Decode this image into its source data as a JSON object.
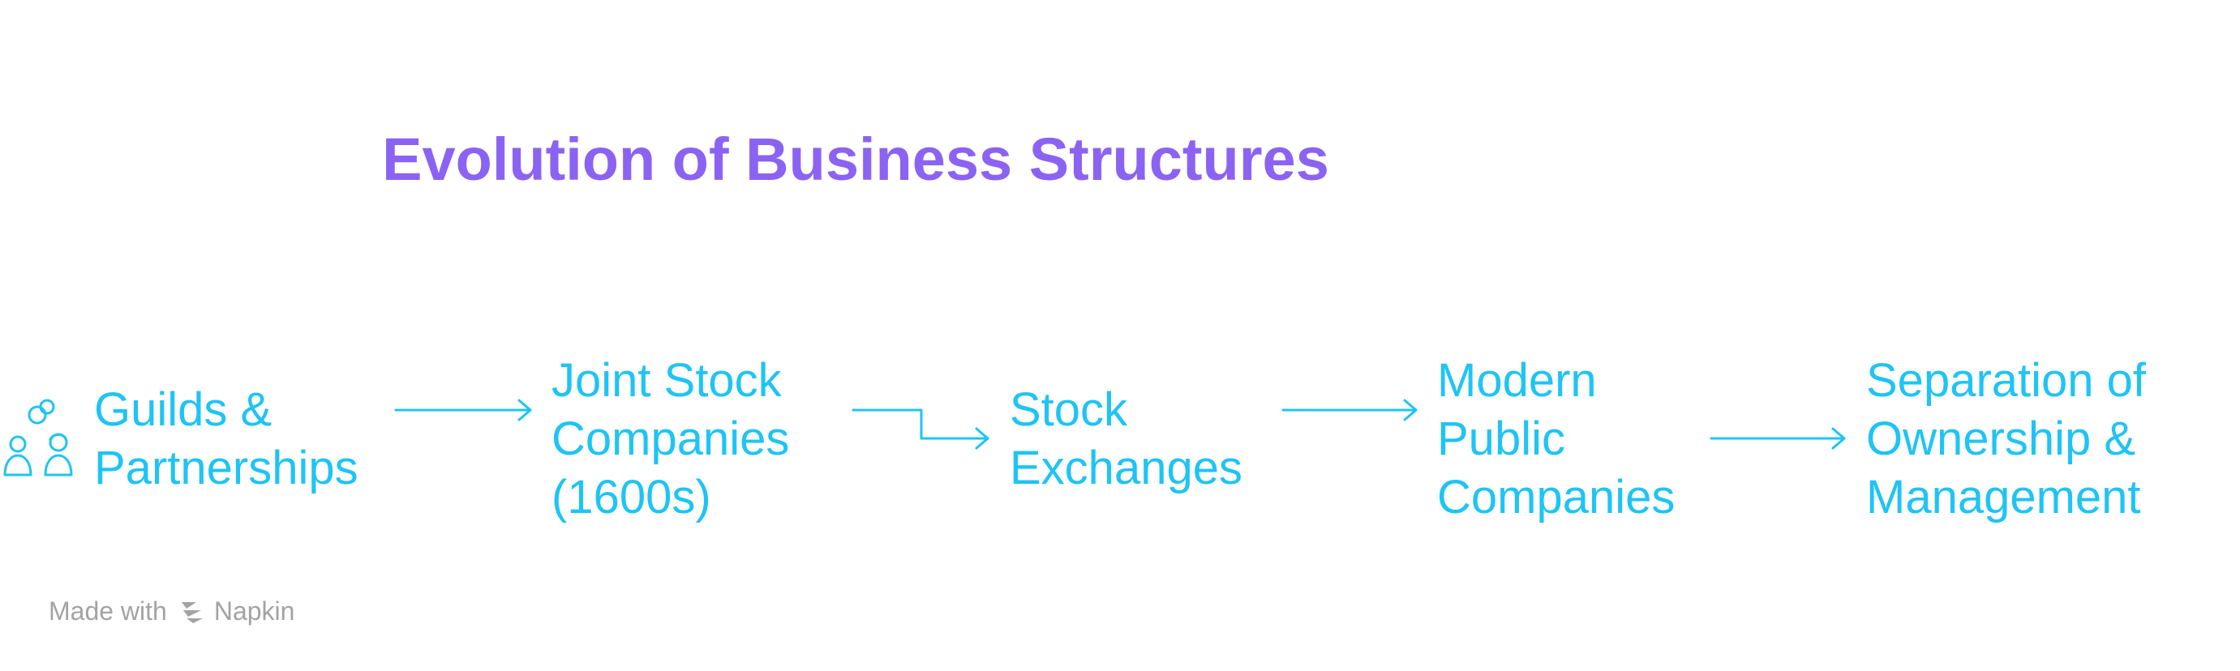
{
  "diagram": {
    "title": "Evolution of Business Structures",
    "stages": [
      {
        "lines": [
          "Guilds &",
          "Partnerships"
        ],
        "icon": "partnership-people-icon"
      },
      {
        "lines": [
          "Joint Stock",
          "Companies",
          "(1600s)"
        ]
      },
      {
        "lines": [
          "Stock",
          "Exchanges"
        ]
      },
      {
        "lines": [
          "Modern",
          "Public",
          "Companies"
        ]
      },
      {
        "lines": [
          "Separation of",
          "Ownership &",
          "Management"
        ]
      }
    ],
    "connectors": [
      "arrow-right-icon",
      "arrow-step-down-right-icon",
      "arrow-right-icon",
      "arrow-right-icon"
    ]
  },
  "footer": {
    "made_with": "Made with",
    "brand": "Napkin",
    "logo": "napkin-logo-icon"
  },
  "colors": {
    "title": "#8b63f2",
    "stage_text": "#1ec4f4",
    "footer_text": "#a3a3a3"
  }
}
